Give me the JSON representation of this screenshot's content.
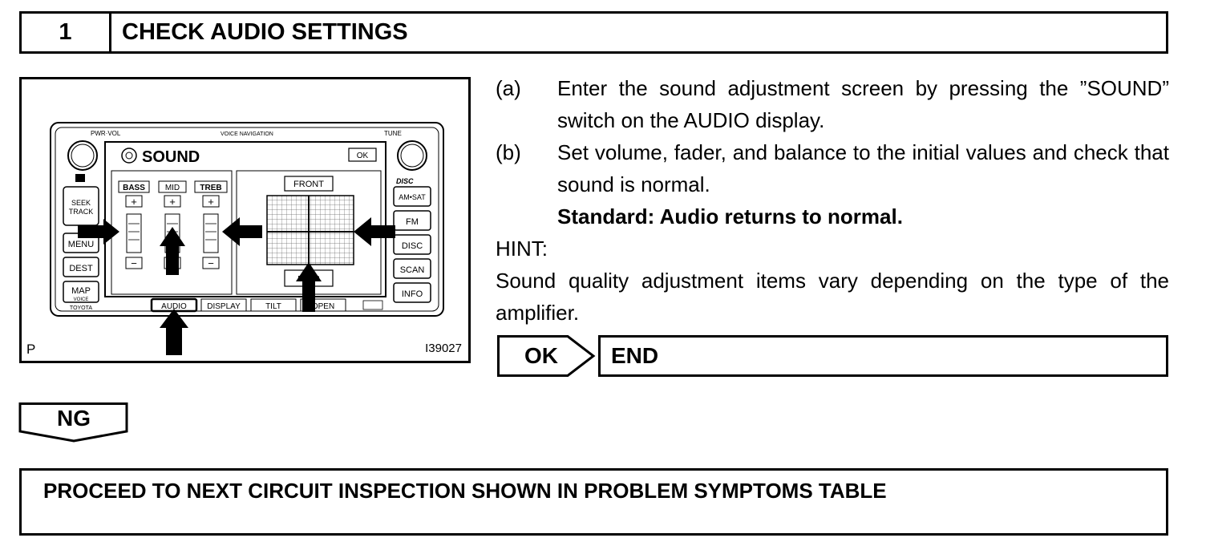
{
  "step": {
    "number": "1",
    "title": "CHECK AUDIO SETTINGS"
  },
  "figure": {
    "screen": {
      "labels": {
        "pwr_vol": "PWR·VOL",
        "voice_navigation": "VOICE NAVIGATION",
        "tune": "TUNE",
        "sound": "SOUND",
        "ok": "OK",
        "bass": "BASS",
        "mid": "MID",
        "treb": "TREB",
        "front": "FRONT",
        "rear": "REAR",
        "plus": "+",
        "minus": "−",
        "seek": "SEEK",
        "track": "TRACK",
        "menu": "MENU",
        "dest": "DEST",
        "map": "MAP",
        "voice": "VOICE",
        "toyota": "TOYOTA",
        "am_sat": "AM•SAT",
        "fm": "FM",
        "disc": "DISC",
        "scan": "SCAN",
        "info": "INFO",
        "audio": "AUDIO",
        "display": "DISPLAY",
        "tilt": "TILT",
        "open": "OPEN",
        "disc_logo": "DISC"
      }
    },
    "corner_label": "P",
    "code": "I39027"
  },
  "instructions": [
    {
      "label": "(a)",
      "text": "Enter the sound adjustment screen by pressing the ”SOUND” switch on the AUDIO display."
    },
    {
      "label": "(b)",
      "text": "Set volume, fader, and balance to the initial values and check that sound is normal."
    }
  ],
  "standard": "Standard: Audio returns to normal.",
  "hint_label": "HINT:",
  "hint_text": "Sound quality adjustment items vary depending on the type of the amplifier.",
  "ok_label": "OK",
  "end_label": "END",
  "ng_label": "NG",
  "proceed_text": "PROCEED TO NEXT CIRCUIT INSPECTION SHOWN IN PROBLEM SYMPTOMS TABLE"
}
